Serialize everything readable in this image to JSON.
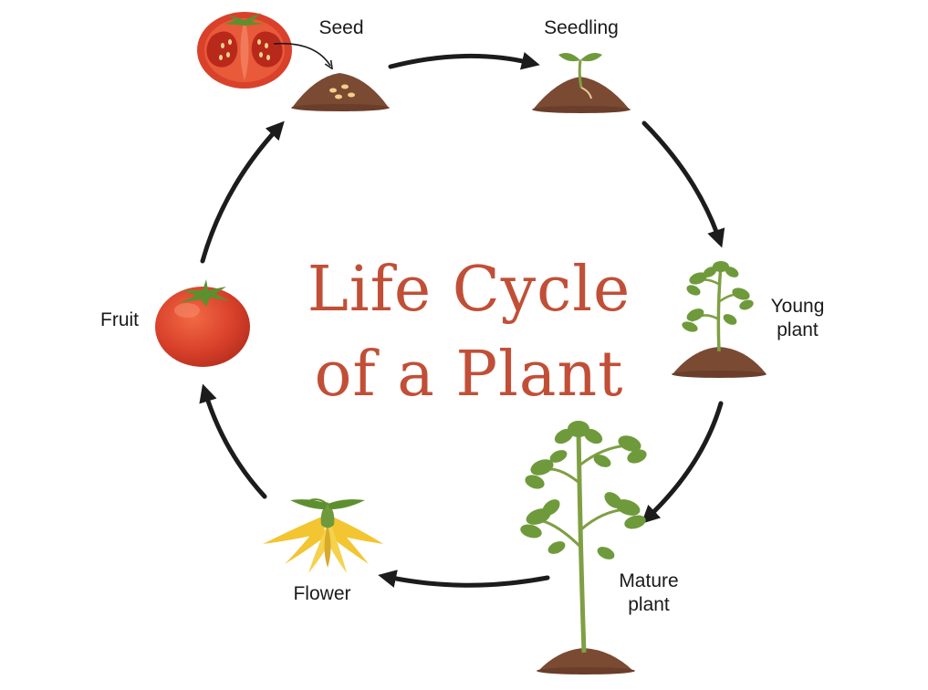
{
  "title": {
    "line1": "Life Cycle",
    "line2": "of a Plant"
  },
  "stages": {
    "seed": "Seed",
    "seedling": "Seedling",
    "young_plant_line1": "Young",
    "young_plant_line2": "plant",
    "mature_plant_line1": "Mature",
    "mature_plant_line2": "plant",
    "flower": "Flower",
    "fruit": "Fruit"
  },
  "colors": {
    "title": "#c14f37",
    "arrow": "#1c1c1c",
    "soil": "#7a4a33",
    "leaf": "#6f9a3c",
    "tomato": "#d9412b",
    "flower": "#f2c531"
  },
  "icons": [
    "tomato-halved-icon",
    "soil-seeds-icon",
    "seedling-icon",
    "young-plant-icon",
    "mature-plant-icon",
    "flower-icon",
    "tomato-fruit-icon"
  ]
}
